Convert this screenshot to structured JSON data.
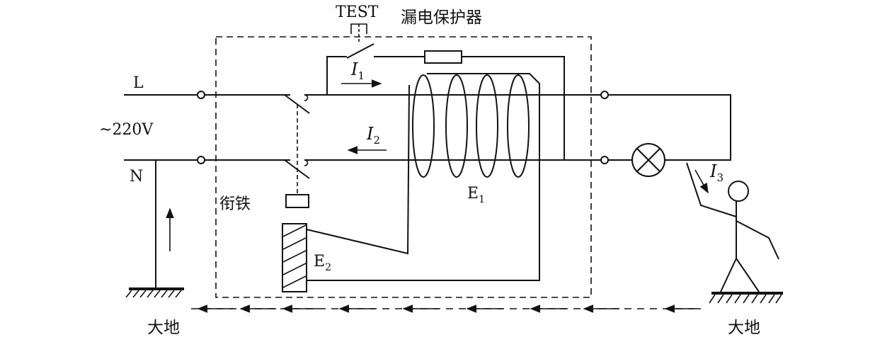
{
  "labels": {
    "test": "TEST",
    "device": "漏电保护器",
    "line_l": "L",
    "line_n": "N",
    "voltage": "~220V",
    "armature": "衔铁",
    "ground_left": "大地",
    "ground_right": "大地",
    "i1": "I",
    "i1_sub": "1",
    "i2": "I",
    "i2_sub": "2",
    "i3": "I",
    "i3_sub": "3",
    "e1": "E",
    "e1_sub": "1",
    "e2": "E",
    "e2_sub": "2"
  },
  "colors": {
    "ink": "#111111",
    "background": "#ffffff"
  },
  "icons": [
    "terminal-circle",
    "lamp-cross-circle",
    "resistor-box",
    "solenoid-coil",
    "toroid-winding",
    "ground-hatch",
    "stick-figure-person",
    "arrow-left"
  ]
}
